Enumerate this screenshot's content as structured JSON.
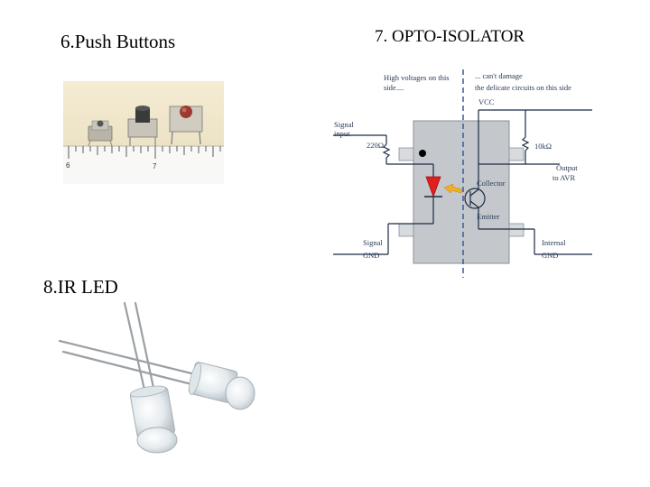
{
  "sections": {
    "push_buttons": {
      "title": "6.Push Buttons"
    },
    "opto_isolator": {
      "title": "7. OPTO-ISOLATOR"
    },
    "ir_led": {
      "title": "8.IR LED"
    }
  },
  "diagram": {
    "high_voltage_line1": "High voltages on this",
    "high_voltage_line2": "side....",
    "cant_damage_line1": "... can't damage",
    "cant_damage_line2": "the delicate circuits on this side",
    "vcc": "VCC",
    "signal_input_line1": "Signal",
    "signal_input_line2": "input",
    "r1": "220Ω",
    "r2": "10kΩ",
    "collector": "Collector",
    "emitter": "Emitter",
    "output_line1": "Output",
    "output_line2": "to AVR",
    "signal_gnd_line1": "Signal",
    "signal_gnd_line2": "GND",
    "internal_gnd_line1": "Internal",
    "internal_gnd_line2": "GND"
  },
  "ruler": {
    "mark_a": "6",
    "mark_b": "7"
  },
  "colors": {
    "chip_body": "#c4c8cc",
    "led_red": "#e02020",
    "light_arrow": "#f0b020",
    "divider_blue": "#3a5a9a",
    "photo_bg": "#f0e6c8"
  }
}
